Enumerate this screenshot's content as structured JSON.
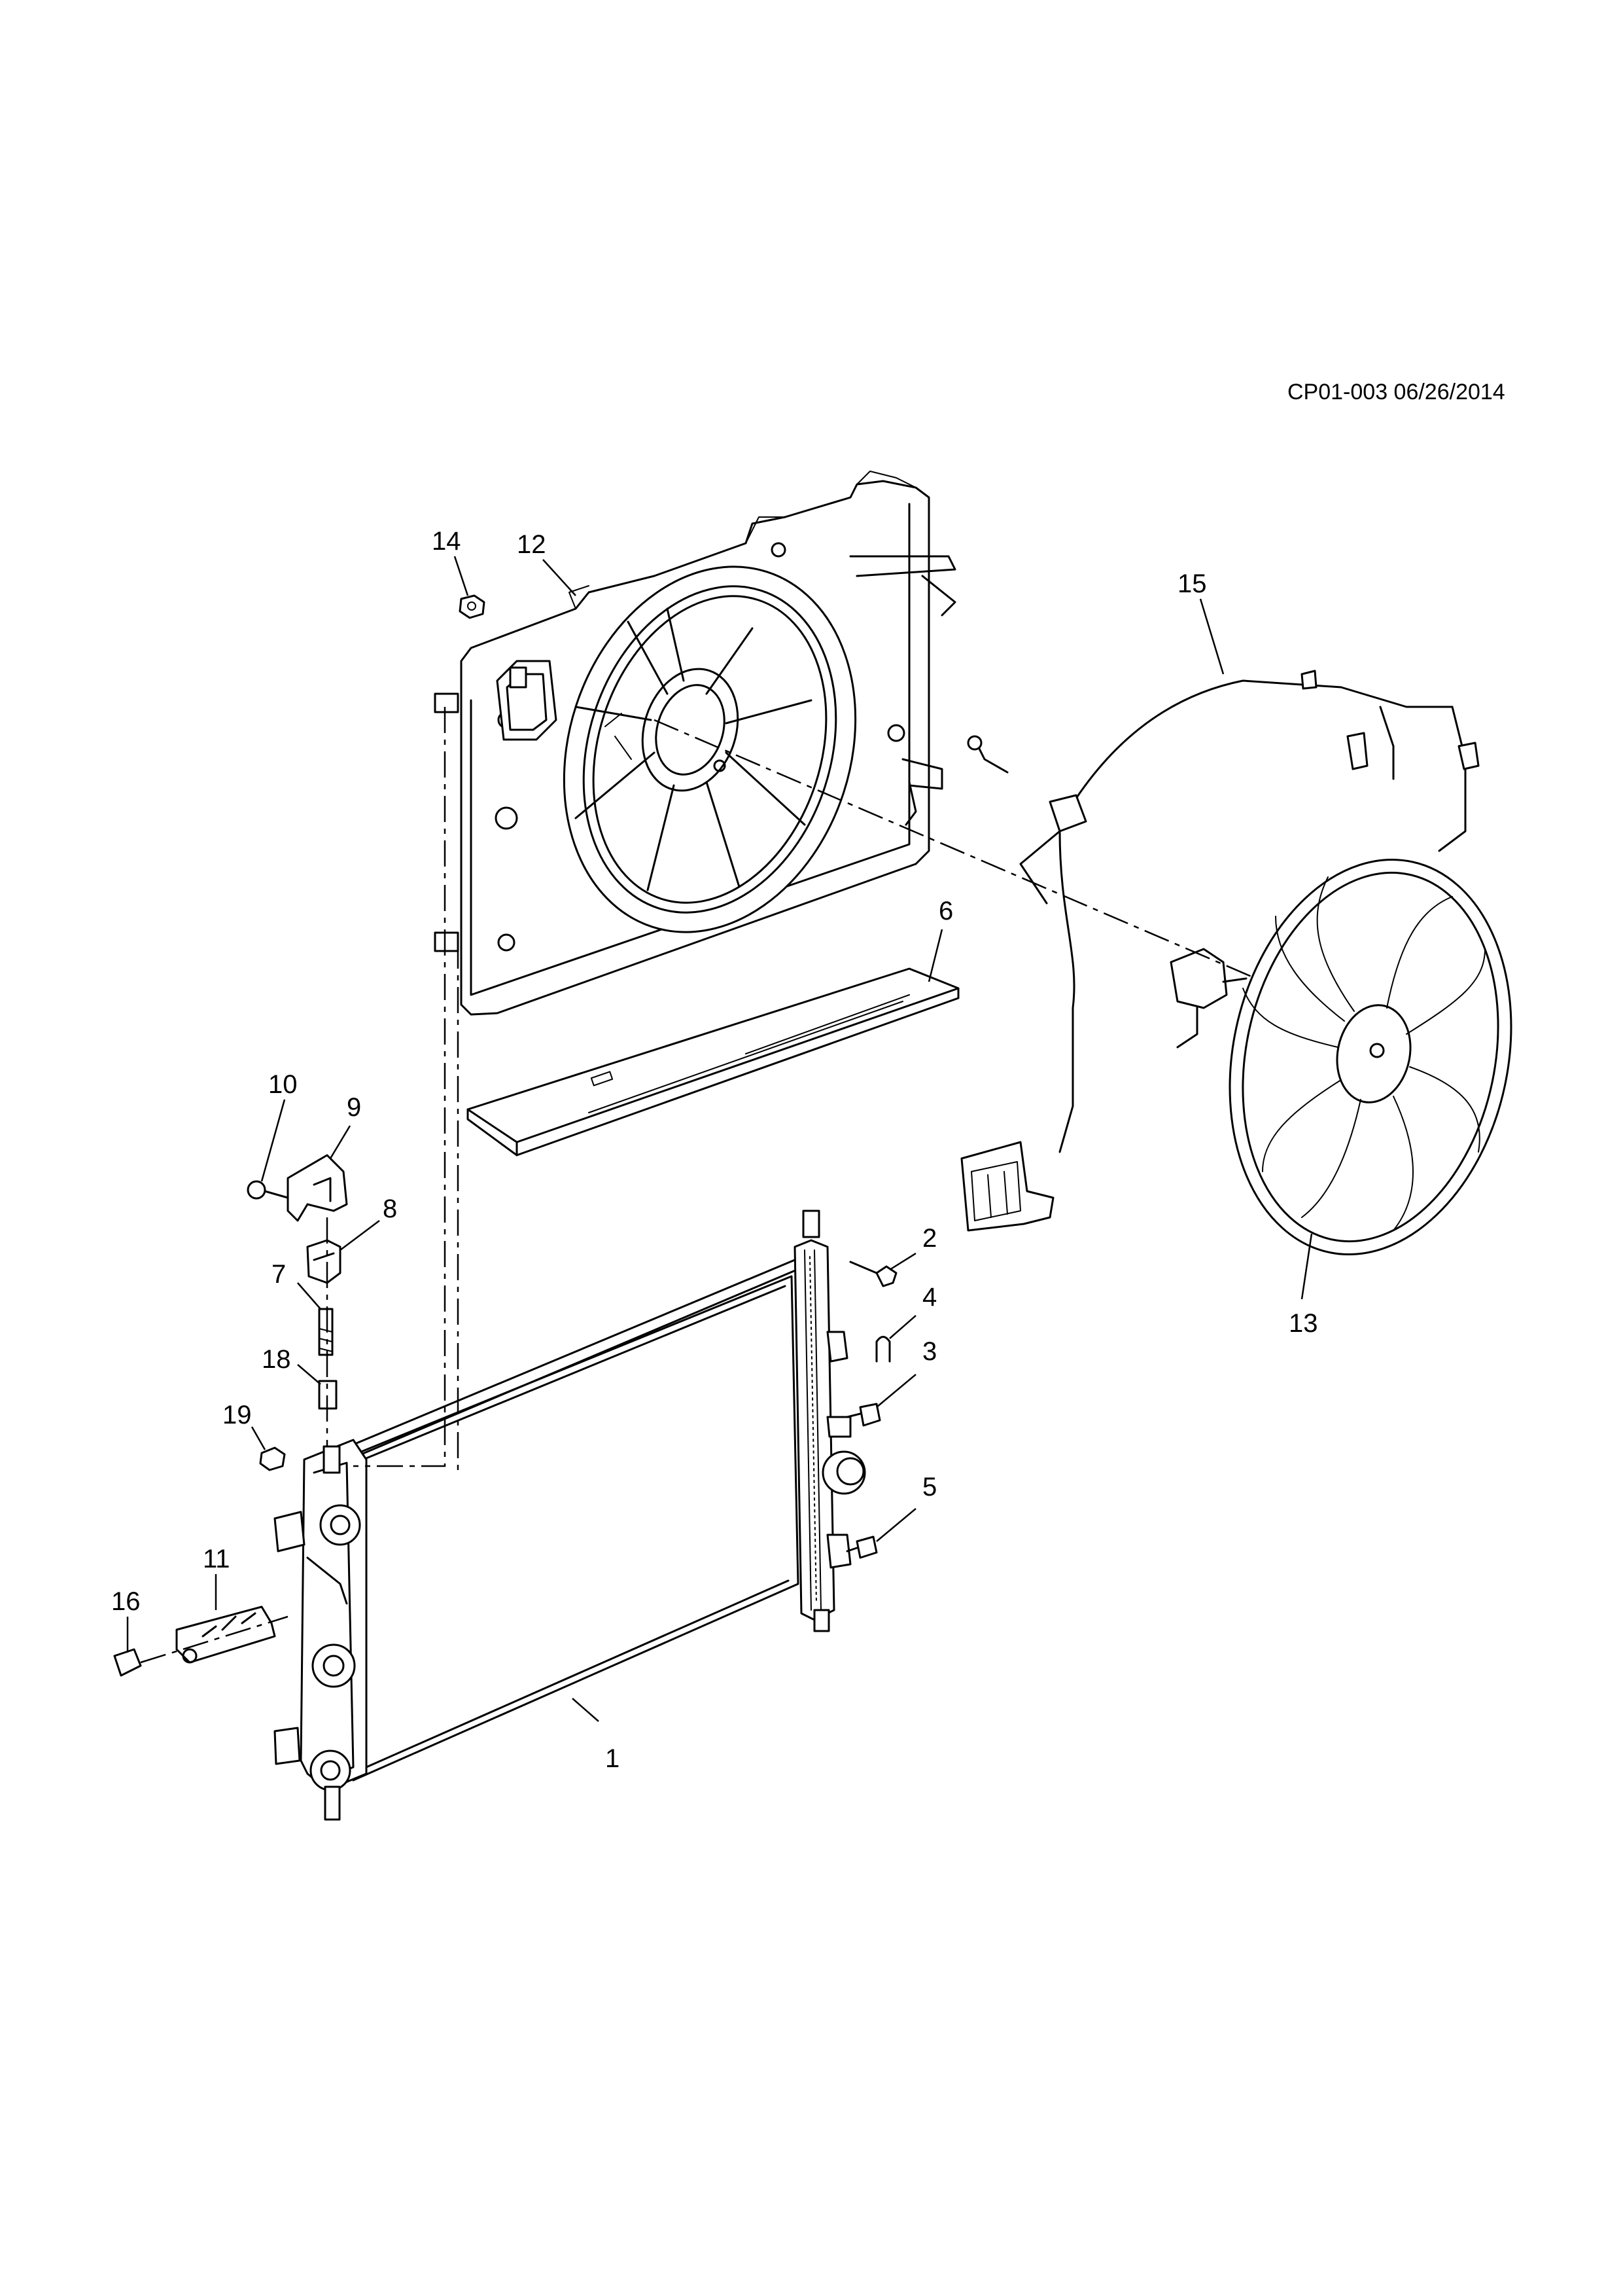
{
  "reference": "CP01-003 06/26/2014",
  "callouts": [
    {
      "id": "1",
      "label": "1"
    },
    {
      "id": "2",
      "label": "2"
    },
    {
      "id": "3",
      "label": "3"
    },
    {
      "id": "4",
      "label": "4"
    },
    {
      "id": "5",
      "label": "5"
    },
    {
      "id": "6",
      "label": "6"
    },
    {
      "id": "7",
      "label": "7"
    },
    {
      "id": "8",
      "label": "8"
    },
    {
      "id": "9",
      "label": "9"
    },
    {
      "id": "10",
      "label": "10"
    },
    {
      "id": "11",
      "label": "11"
    },
    {
      "id": "12",
      "label": "12"
    },
    {
      "id": "13",
      "label": "13"
    },
    {
      "id": "14",
      "label": "14"
    },
    {
      "id": "15",
      "label": "15"
    },
    {
      "id": "16",
      "label": "16"
    },
    {
      "id": "18",
      "label": "18"
    },
    {
      "id": "19",
      "label": "19"
    }
  ]
}
